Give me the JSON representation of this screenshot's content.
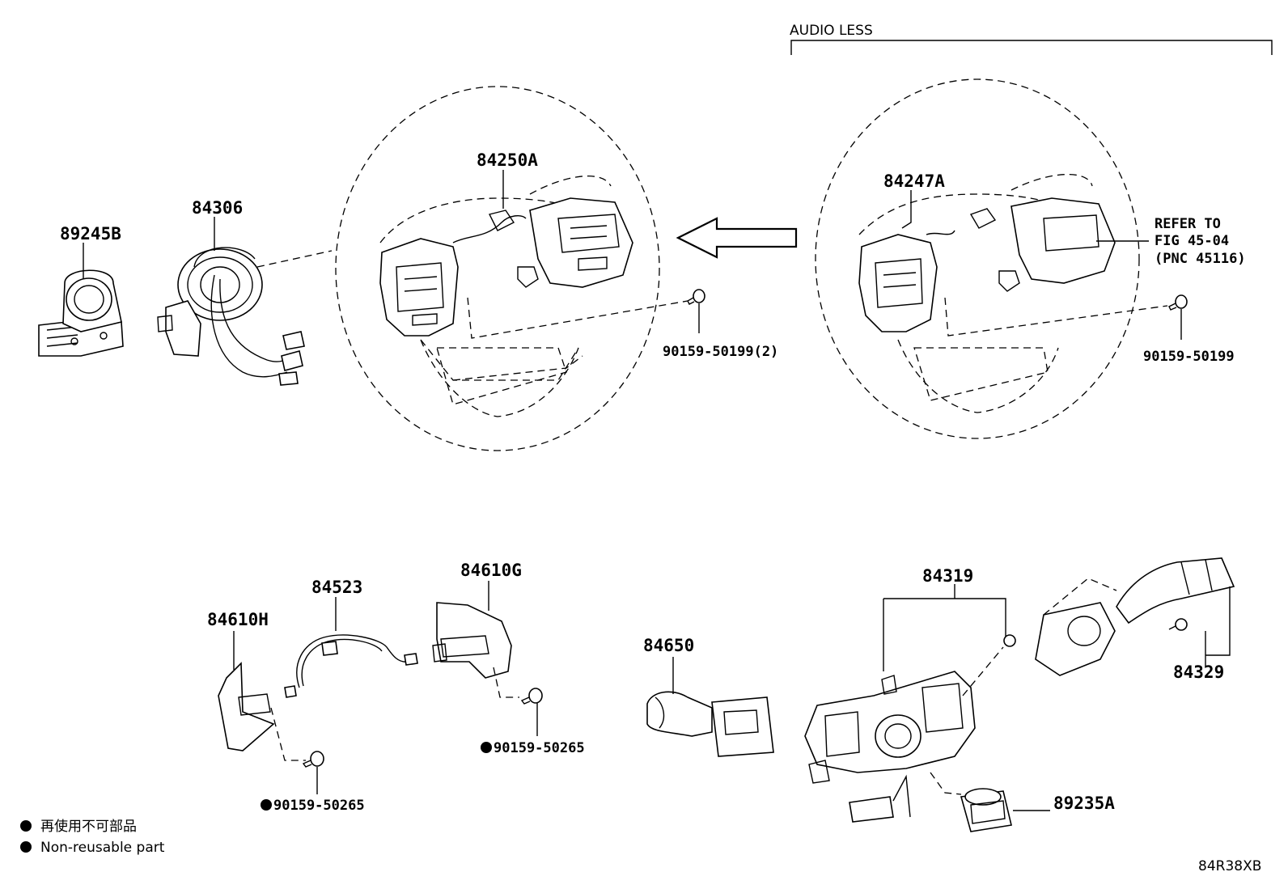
{
  "variant": {
    "audio_less": "AUDIO LESS"
  },
  "parts": {
    "p89245B": "89245B",
    "p84306": "84306",
    "p84250A": "84250A",
    "p84247A": "84247A",
    "p90159_50199_2": "90159-50199(2)",
    "p90159_50199": "90159-50199",
    "p84610H": "84610H",
    "p84523": "84523",
    "p84610G": "84610G",
    "p84650": "84650",
    "p84319": "84319",
    "p84329": "84329",
    "p89235A": "89235A",
    "p90159_50265_a": "90159-50265",
    "p90159_50265_b": "90159-50265"
  },
  "refer": {
    "line1": "REFER TO",
    "line2": "FIG 45-04",
    "line3": "(PNC 45116)"
  },
  "legend": {
    "japanese": "再使用不可部品",
    "english": "Non-reusable part"
  },
  "diagram_code": "84R38XB"
}
